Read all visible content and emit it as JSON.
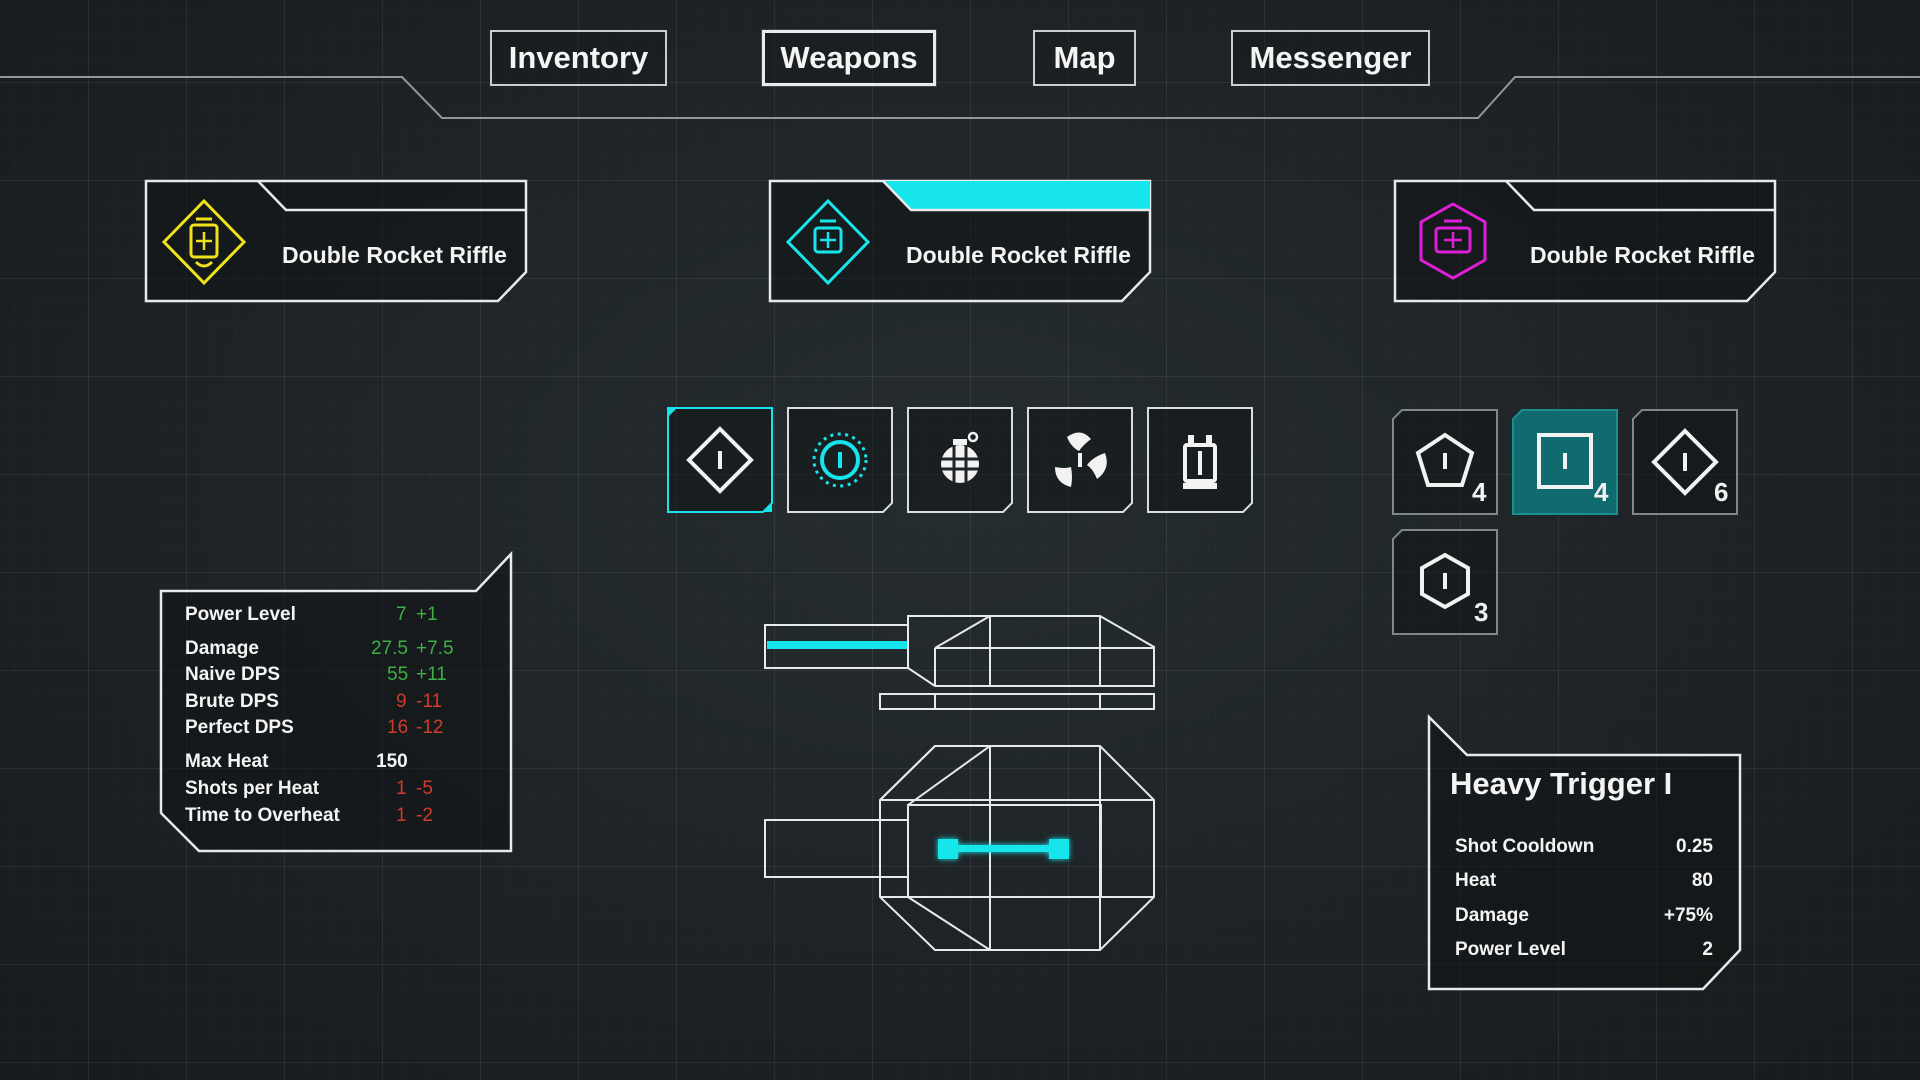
{
  "tabs": [
    {
      "label": "Inventory",
      "active": false
    },
    {
      "label": "Weapons",
      "active": true
    },
    {
      "label": "Map",
      "active": false
    },
    {
      "label": "Messenger",
      "active": false
    }
  ],
  "weapon_cards": [
    {
      "name": "Double Rocket Riffle",
      "accent": "#f0e21a",
      "icon": "rocket-emblem-diamond-icon",
      "selected": false
    },
    {
      "name": "Double Rocket Riffle",
      "accent": "#16e6ec",
      "icon": "rocket-emblem-diamond-icon",
      "selected": true
    },
    {
      "name": "Double Rocket Riffle",
      "accent": "#e01ed8",
      "icon": "rocket-emblem-hexagon-icon",
      "selected": false
    }
  ],
  "part_slots": [
    {
      "icon": "diamond-core-icon",
      "selected": true
    },
    {
      "icon": "spiked-core-icon",
      "selected": false
    },
    {
      "icon": "grenade-icon",
      "selected": false
    },
    {
      "icon": "fan-core-icon",
      "selected": false
    },
    {
      "icon": "rocket-pod-icon",
      "selected": false
    }
  ],
  "upgrade_slots": [
    {
      "icon": "pentagon-trigger-icon",
      "count": "4",
      "selected": false
    },
    {
      "icon": "square-trigger-icon",
      "count": "4",
      "selected": true
    },
    {
      "icon": "diamond-trigger-icon",
      "count": "6",
      "selected": false
    },
    {
      "icon": "hexagon-trigger-icon",
      "count": "3",
      "selected": false
    }
  ],
  "stats": [
    {
      "label": "Power Level",
      "value": "7",
      "delta": "+1",
      "color": "green"
    },
    {
      "label": "Damage",
      "value": "27.5",
      "delta": "+7.5",
      "color": "green"
    },
    {
      "label": "Naive DPS",
      "value": "55",
      "delta": "+11",
      "color": "green"
    },
    {
      "label": "Brute DPS",
      "value": "9",
      "delta": "-11",
      "color": "red"
    },
    {
      "label": "Perfect DPS",
      "value": "16",
      "delta": "-12",
      "color": "red"
    },
    {
      "label": "Max Heat",
      "value": "150",
      "delta": "",
      "color": "white"
    },
    {
      "label": "Shots per Heat",
      "value": "1",
      "delta": "-5",
      "color": "red"
    },
    {
      "label": "Time to Overheat",
      "value": "1",
      "delta": "-2",
      "color": "red"
    }
  ],
  "heavy_trigger": {
    "title": "Heavy Trigger I",
    "rows": [
      {
        "label": "Shot Cooldown",
        "value": "0.25"
      },
      {
        "label": "Heat",
        "value": "80"
      },
      {
        "label": "Damage",
        "value": "+75%"
      },
      {
        "label": "Power Level",
        "value": "2"
      }
    ]
  },
  "colors": {
    "accent": "#16e6ec",
    "line": "#d9dee0",
    "positive": "#3cb043",
    "negative": "#d23a2a",
    "selected_slot_fill": "#0f6b6d"
  }
}
